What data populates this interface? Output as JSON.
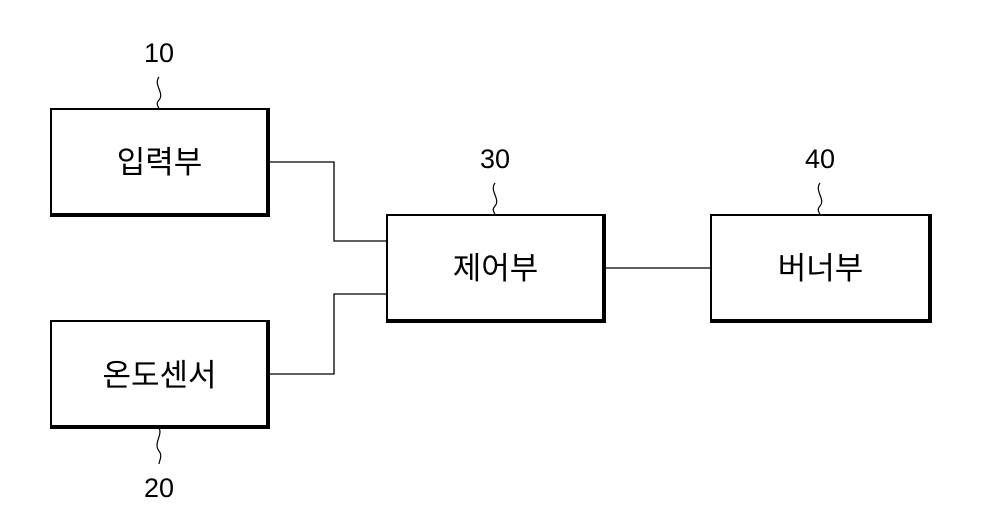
{
  "blocks": {
    "input": {
      "label": "입력부",
      "ref": "10"
    },
    "temp_sensor": {
      "label": "온도센서",
      "ref": "20"
    },
    "controller": {
      "label": "제어부",
      "ref": "30"
    },
    "burner": {
      "label": "버너부",
      "ref": "40"
    }
  }
}
